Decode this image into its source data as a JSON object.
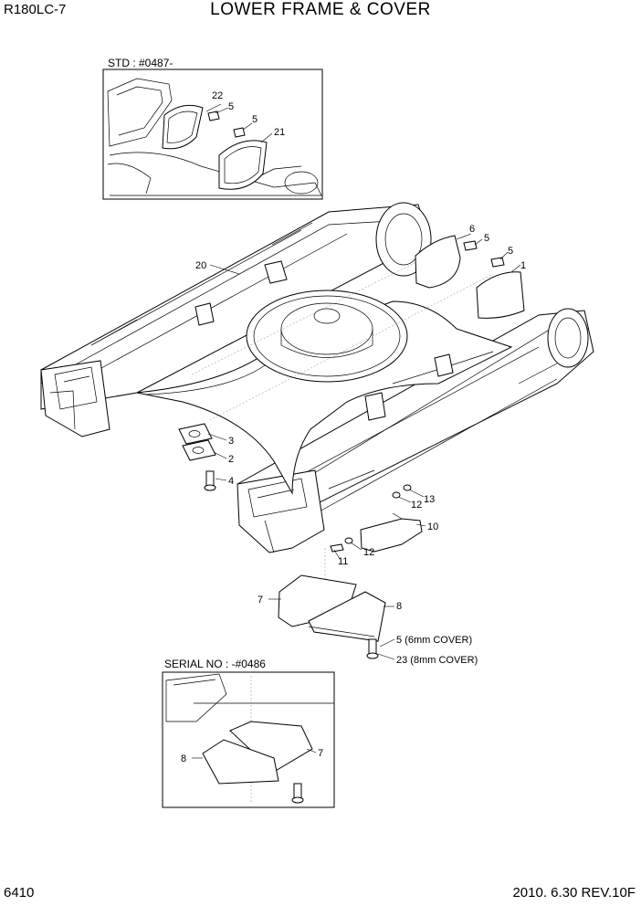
{
  "header": {
    "model": "R180LC-7",
    "title": "LOWER FRAME & COVER"
  },
  "footer": {
    "page_number": "6410",
    "date_rev": "2010. 6.30  REV.10F"
  },
  "inset_std": {
    "label": "STD : #0487-"
  },
  "inset_serial": {
    "label": "SERIAL NO : -#0486"
  },
  "callouts": {
    "c1": "1",
    "c2": "2",
    "c3": "3",
    "c4": "4",
    "c5a": "5",
    "c5b": "5",
    "c5c": "5",
    "c5d": "5",
    "c5e": "5 (6mm COVER)",
    "c23": "23 (8mm COVER)",
    "c6": "6",
    "c7": "7",
    "c7s": "7",
    "c8": "8",
    "c8s": "8",
    "c10": "10",
    "c11": "11",
    "c12a": "12",
    "c12b": "12",
    "c13": "13",
    "c20": "20",
    "c21": "21",
    "c22": "22"
  }
}
